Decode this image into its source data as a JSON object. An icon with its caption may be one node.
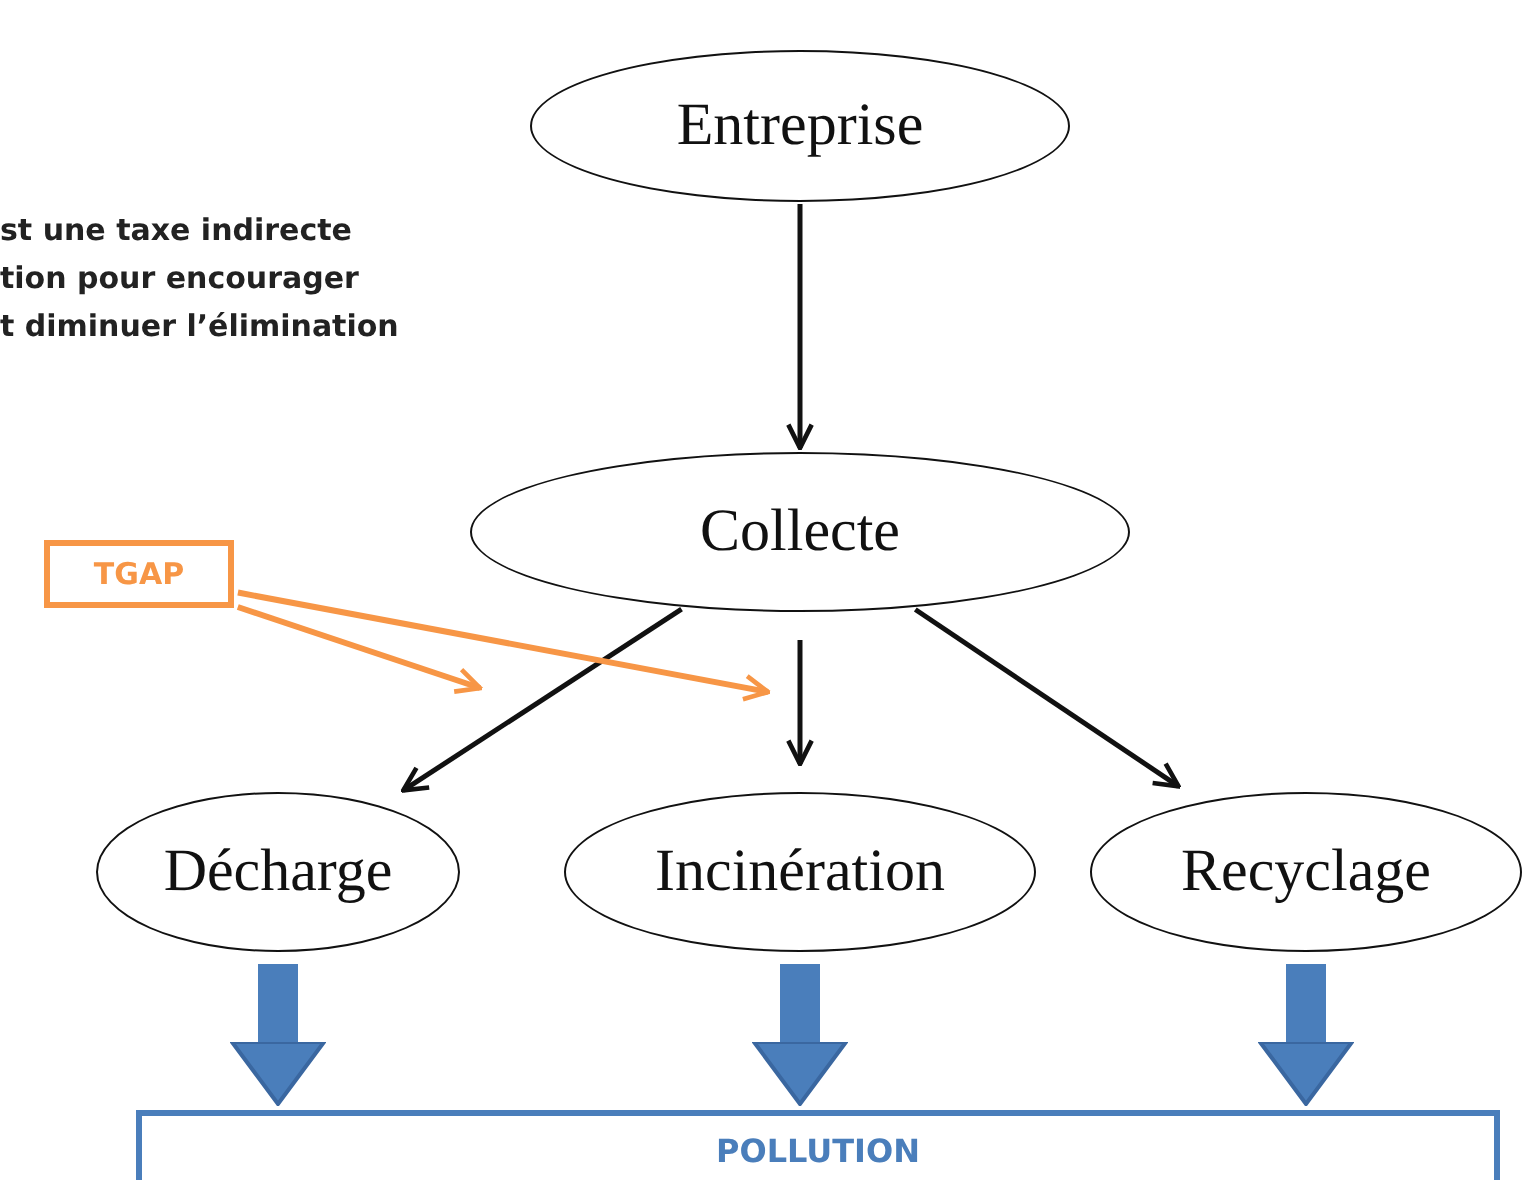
{
  "diagram": {
    "nodes": [
      {
        "text": [
          "Entreprise"
        ]
      },
      {
        "text": [
          "Collecte"
        ]
      },
      {
        "text": [
          "TGAP"
        ]
      },
      {
        "text": [
          "Décharge"
        ]
      },
      {
        "text": [
          "Incinération"
        ]
      },
      {
        "text": [
          "Recyclage"
        ]
      },
      {
        "text": [
          "POLLUTION"
        ]
      }
    ],
    "edges": [
      {
        "from": 0,
        "to": 1,
        "arrow": "to"
      },
      {
        "from": 1,
        "to": 3,
        "arrow": "to"
      },
      {
        "from": 1,
        "to": 4,
        "arrow": "to"
      },
      {
        "from": 1,
        "to": 5,
        "arrow": "to"
      },
      {
        "from": 2,
        "to": null,
        "arrow": "to",
        "color": "#f79646"
      },
      {
        "from": 2,
        "to": null,
        "arrow": "to",
        "color": "#f79646"
      },
      {
        "from": 3,
        "to": 6,
        "arrow": "to",
        "style": "thick",
        "color": "#4a7ebb"
      },
      {
        "from": 4,
        "to": 6,
        "arrow": "to",
        "style": "thick",
        "color": "#4a7ebb"
      },
      {
        "from": 5,
        "to": 6,
        "arrow": "to",
        "style": "thick",
        "color": "#4a7ebb"
      }
    ],
    "labels": [
      "st une taxe indirecte",
      "tion pour encourager",
      "t diminuer l’élimination"
    ]
  }
}
